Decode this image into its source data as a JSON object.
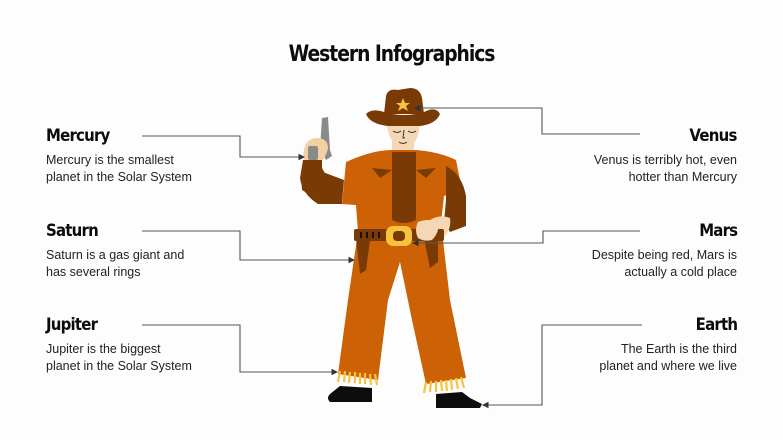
{
  "title": "Western Infographics",
  "items": {
    "mercury": {
      "name": "Mercury",
      "desc_line1": "Mercury is the smallest",
      "desc_line2": "planet in the Solar System"
    },
    "saturn": {
      "name": "Saturn",
      "desc_line1": "Saturn is a gas giant and",
      "desc_line2": "has several rings"
    },
    "jupiter": {
      "name": "Jupiter",
      "desc_line1": "Jupiter is the biggest",
      "desc_line2": "planet in the Solar System"
    },
    "venus": {
      "name": "Venus",
      "desc_line1": "Venus is terribly hot, even",
      "desc_line2": "hotter than Mercury"
    },
    "mars": {
      "name": "Mars",
      "desc_line1": "Despite being red, Mars is",
      "desc_line2": "actually a cold place"
    },
    "earth": {
      "name": "Earth",
      "desc_line1": "The Earth is the third",
      "desc_line2": "planet and where we live"
    }
  },
  "figure": {
    "icon": "cowboy-sheriff-illustration",
    "colors": {
      "shirt": "#cc6205",
      "dark_brown": "#7a3a06",
      "skin": "#f6d7b5",
      "gold": "#f9c23c",
      "gun": "#8a8a8a",
      "boots": "#0d0d0d",
      "line": "#444444"
    }
  }
}
